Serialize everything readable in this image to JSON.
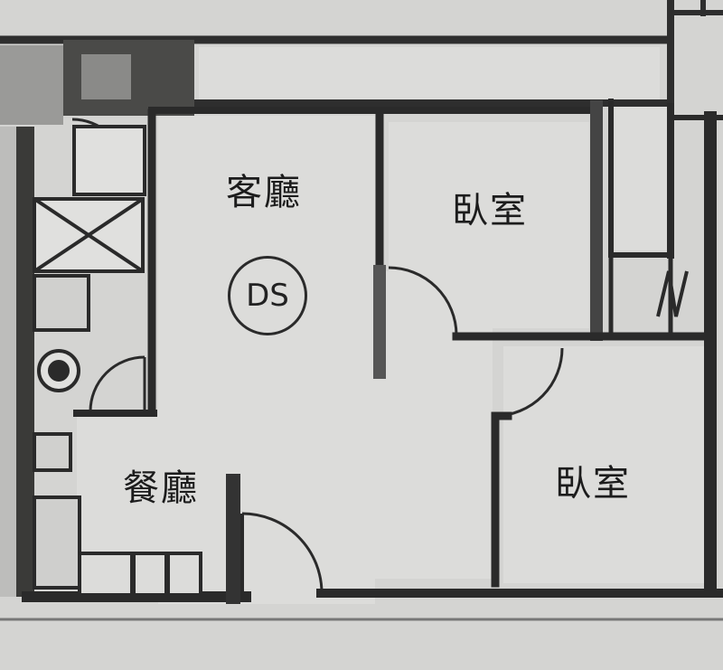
{
  "rooms": {
    "living_room": "客廳",
    "bedroom_top": "臥室",
    "dining_room": "餐廳",
    "bedroom_bottom": "臥室"
  },
  "stamp": "DS",
  "colors": {
    "paper": "#d6d6d4",
    "room_fill": "#dededc",
    "wall": "#2b2b2b",
    "line": "#3a3a3a"
  }
}
